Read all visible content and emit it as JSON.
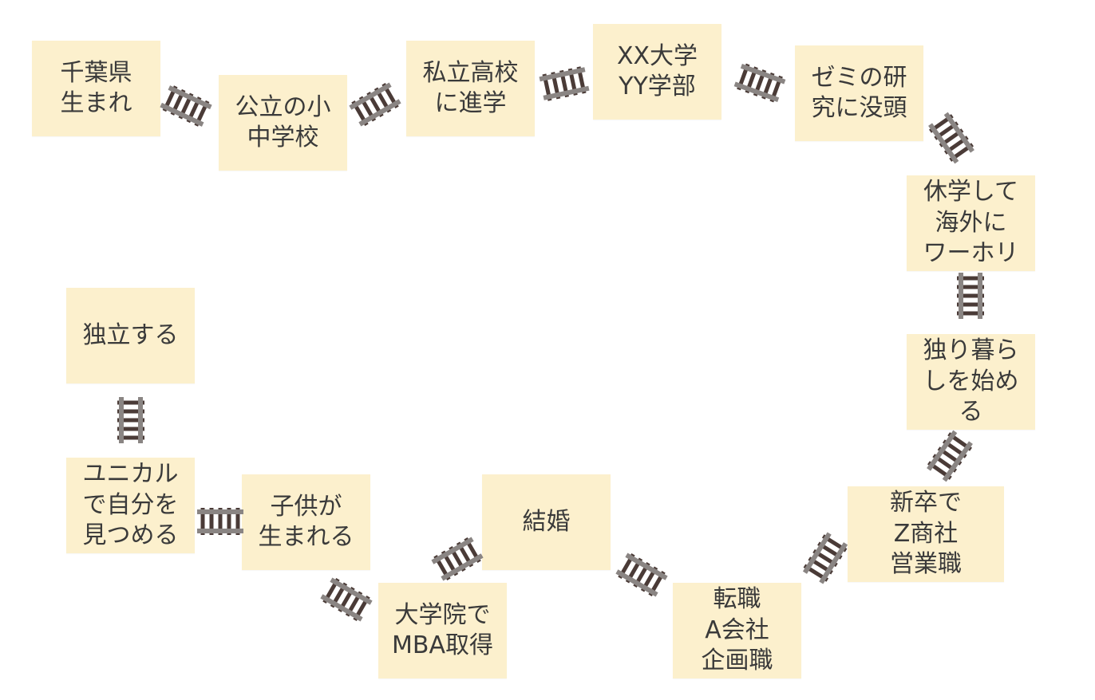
{
  "diagram": {
    "colors": {
      "note_fill": "#fcf0cd",
      "text": "#3a3a3a",
      "rail": "#8a8583",
      "tie": "#4a3b37"
    },
    "steps": [
      {
        "id": "chiba",
        "label": "千葉県\n生まれ"
      },
      {
        "id": "public-school",
        "label": "公立の小\n中学校"
      },
      {
        "id": "private-high",
        "label": "私立高校\nに進学"
      },
      {
        "id": "university",
        "label": "XX大学\nYY学部"
      },
      {
        "id": "seminar",
        "label": "ゼミの研\n究に没頭"
      },
      {
        "id": "working-holiday",
        "label": "休学して\n海外に\nワーホリ"
      },
      {
        "id": "living-alone",
        "label": "独り暮ら\nしを始め\nる"
      },
      {
        "id": "new-grad",
        "label": "新卒で\nZ商社\n営業職"
      },
      {
        "id": "job-change",
        "label": "転職\nA会社\n企画職"
      },
      {
        "id": "marriage",
        "label": "結婚"
      },
      {
        "id": "mba",
        "label": "大学院で\nMBA取得"
      },
      {
        "id": "child",
        "label": "子供が\n生まれる"
      },
      {
        "id": "unical",
        "label": "ユニカル\nで自分を\n見つめる"
      },
      {
        "id": "independent",
        "label": "独立する"
      }
    ],
    "connector_icon": "railway-track-icon"
  }
}
